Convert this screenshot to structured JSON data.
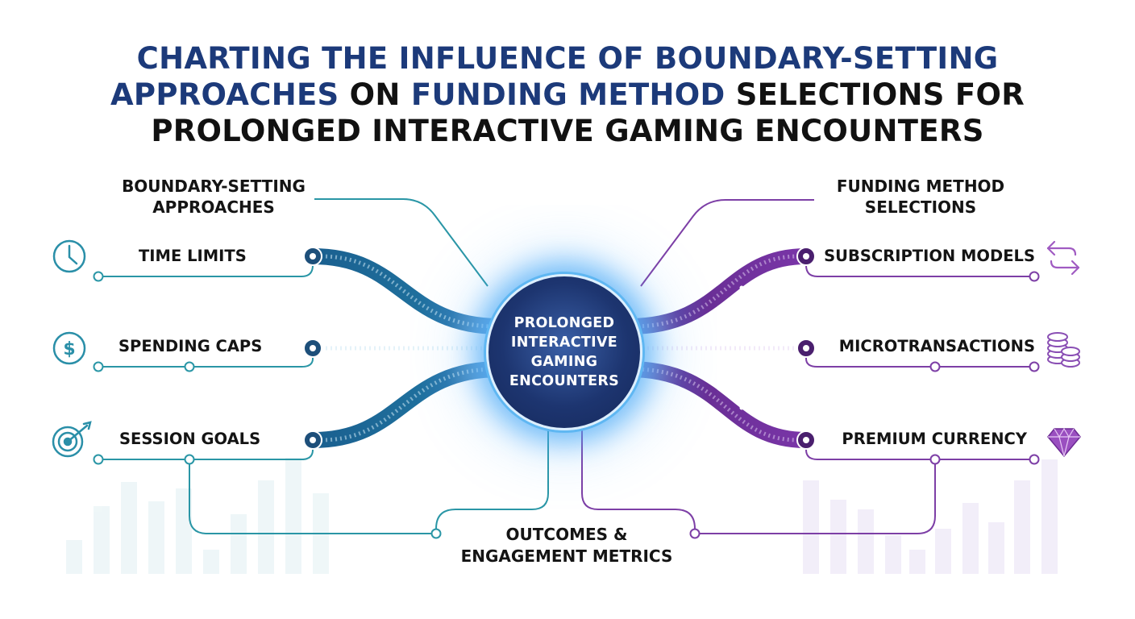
{
  "title": {
    "part1": "CHARTING THE INFLUENCE OF BOUNDARY-SETTING",
    "part2": "APPROACHES",
    "part3": " ON ",
    "part4": "FUNDING METHOD",
    "part5": " SELECTIONS FOR",
    "part6": "PROLONGED INTERACTIVE GAMING ENCOUNTERS"
  },
  "center_node": {
    "label": "PROLONGED INTERACTIVE GAMING ENCOUNTERS"
  },
  "left_group": {
    "heading": "BOUNDARY-SETTING APPROACHES",
    "items": [
      {
        "label": "TIME LIMITS",
        "icon": "clock-icon"
      },
      {
        "label": "SPENDING CAPS",
        "icon": "dollar-icon"
      },
      {
        "label": "SESSION GOALS",
        "icon": "target-icon"
      }
    ]
  },
  "right_group": {
    "heading": "FUNDING METHOD SELECTIONS",
    "items": [
      {
        "label": "SUBSCRIPTION MODELS",
        "icon": "repeat-arrows-icon"
      },
      {
        "label": "MICROTRANSACTIONS",
        "icon": "coins-icon"
      },
      {
        "label": "PREMIUM CURRENCY",
        "icon": "gem-icon"
      }
    ]
  },
  "bottom_node": {
    "label": "OUTCOMES & ENGAGEMENT METRICS"
  },
  "colors": {
    "title_accent": "#1c3a7a",
    "text": "#141414",
    "left_line": "#2a96a6",
    "left_ribbon": "#1d5c8c",
    "right_line": "#7d3fa6",
    "right_ribbon": "#6a2f96",
    "hub_fill": "#1d3570",
    "hub_glow": "#5fb7f2"
  }
}
